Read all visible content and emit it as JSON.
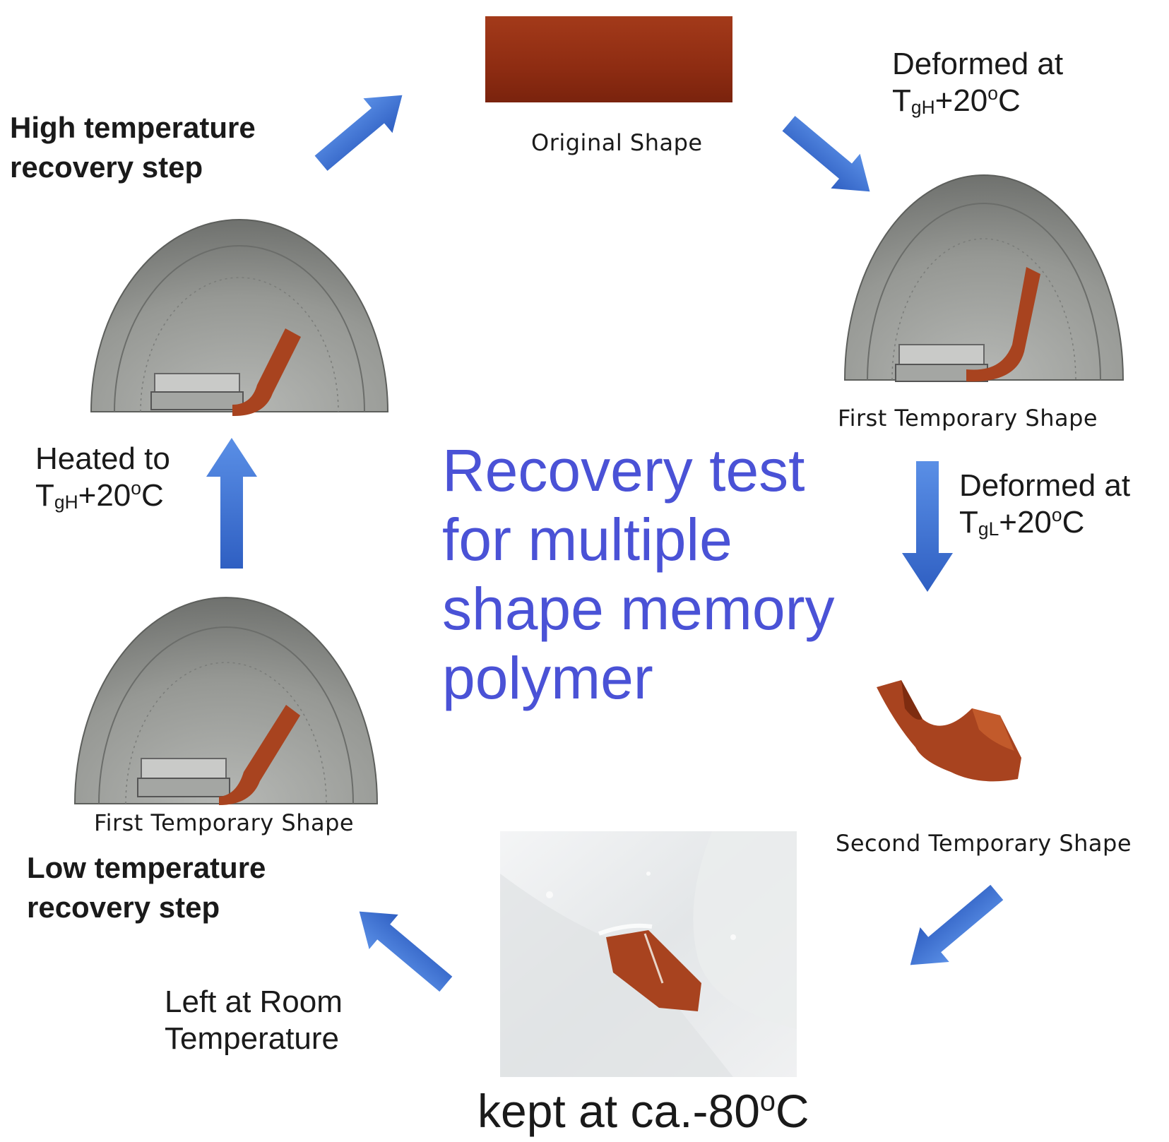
{
  "title": [
    "Recovery test",
    "for multiple",
    "shape memory",
    "polymer"
  ],
  "captions": {
    "original": "Original Shape",
    "first_temp_right": "First  Temporary Shape",
    "first_temp_left": "First  Temporary Shape",
    "second_temp": "Second  Temporary Shape"
  },
  "steps": {
    "high_recovery": [
      "High temperature",
      "recovery step"
    ],
    "low_recovery": [
      "Low temperature",
      "recovery step"
    ],
    "deformed_high": {
      "line1": "Deformed at",
      "t": "T",
      "sub": "gH",
      "rest": "+20",
      "sup": "o",
      "unit": "C"
    },
    "deformed_low": {
      "line1": "Deformed at",
      "t": "T",
      "sub": "gL",
      "rest": "+20",
      "sup": "o",
      "unit": "C"
    },
    "heated_to": {
      "line1": "Heated to",
      "t": "T",
      "sub": "gH",
      "rest": "+20",
      "sup": "o",
      "unit": "C"
    },
    "left_room": [
      "Left at Room",
      "Temperature"
    ],
    "kept_at": {
      "pre": "kept at ca.-80",
      "sup": "o",
      "unit": "C"
    }
  },
  "colors": {
    "arrow": "#3a6fd0",
    "title": "#4a52d6",
    "polymer": "#a8431f",
    "protractor": "#8d8f8c"
  }
}
